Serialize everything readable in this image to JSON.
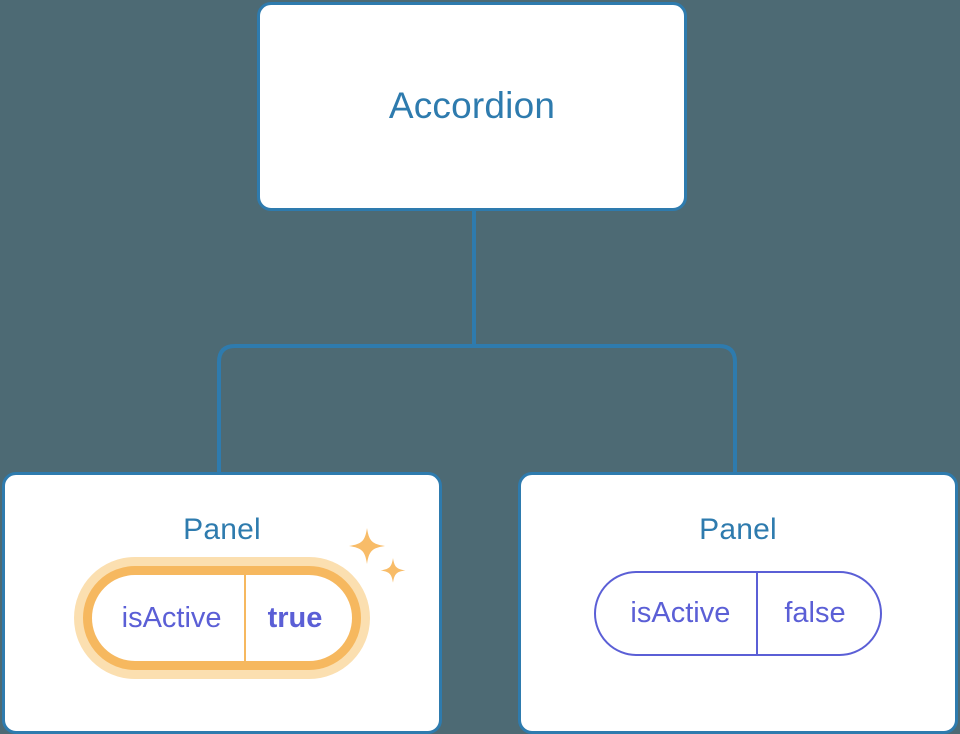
{
  "diagram": {
    "type": "component-tree",
    "background_color": "#4d6a74",
    "node_border_color": "#2e7bae",
    "node_title_color": "#2e7bae",
    "prop_color": "#5b5fd6",
    "highlight_color": "#f6b85f",
    "highlight_glow_color": "#fbdfb0",
    "connector_color": "#2e7bae"
  },
  "root": {
    "title": "Accordion"
  },
  "panels": [
    {
      "title": "Panel",
      "prop_key": "isActive",
      "prop_value": "true",
      "highlighted": true,
      "sparkle_icons": [
        "sparkle-large-icon",
        "sparkle-small-icon"
      ]
    },
    {
      "title": "Panel",
      "prop_key": "isActive",
      "prop_value": "false",
      "highlighted": false,
      "sparkle_icons": []
    }
  ]
}
